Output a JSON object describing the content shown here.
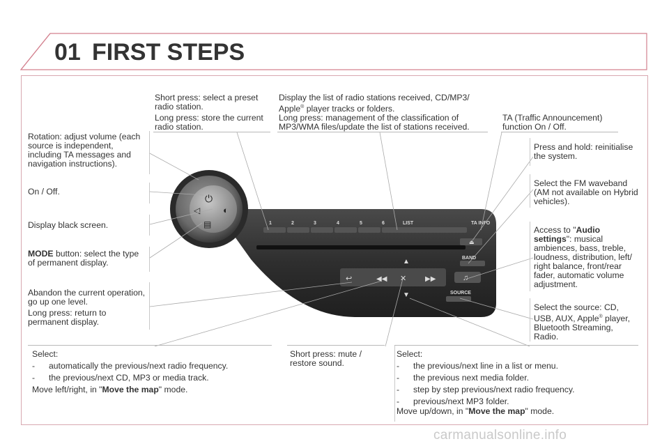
{
  "header": {
    "chapter_number": "01",
    "chapter_title": "FIRST STEPS"
  },
  "footer": {
    "url": "carmanualsonline.info"
  },
  "callouts": {
    "rotation": "Rotation: adjust volume (each source is independent, including TA messages and navigation instructions).",
    "on_off": "On / Off.",
    "black_screen": "Display black screen.",
    "mode_label": "MODE",
    "mode_text": " button: select the type of permanent display.",
    "abandon": "Abandon the current operation, go up one level.",
    "abandon_long": "Long press: return to permanent display.",
    "preset_short": "Short press: select a preset radio station.",
    "preset_long": "Long press: store the current radio station.",
    "list_display_1": "Display the list of radio stations received, CD/MP3/",
    "list_display_2a": "Apple",
    "list_display_reg": "®",
    "list_display_2b": " player tracks or folders.",
    "list_long": "Long press: management of the classification of MP3/WMA files/update the list of stations received.",
    "ta": "TA (Traffic Announcement) function On / Off.",
    "press_hold": "Press and hold: reinitialise the system.",
    "fm": "Select the FM waveband (AM not available on Hybrid vehicles).",
    "audio_1": "Access to \"",
    "audio_bold": "Audio settings",
    "audio_2": "\": musical ambiences, bass, treble, loudness, distribution, left/ right balance, front/rear fader, automatic volume adjustment.",
    "source_1": "Select the source: CD, USB, AUX, Apple",
    "source_reg": "®",
    "source_2": " player, Bluetooth Streaming, Radio.",
    "mute": "Short press: mute / restore sound.",
    "select_left_title": "Select:",
    "select_left_items": [
      "automatically the previous/next radio frequency.",
      "the previous/next CD, MP3 or media track."
    ],
    "select_left_tail_1": "Move left/right, in \"",
    "select_left_tail_bold": "Move the map",
    "select_left_tail_2": "\" mode.",
    "select_right_title": "Select:",
    "select_right_items": [
      "the previous/next line in a list or menu.",
      "the previous next media folder.",
      "step by step previous/next radio frequency.",
      "previous/next MP3 folder."
    ],
    "select_right_tail_1": "Move up/down, in \"",
    "select_right_tail_bold": "Move the map",
    "select_right_tail_2": "\" mode."
  },
  "panel": {
    "preset_labels": [
      "1",
      "2",
      "3",
      "4",
      "5",
      "6"
    ],
    "list_label": "LIST",
    "ta_info_label": "TA INFO",
    "band_label": "BAND",
    "source_label": "SOURCE"
  },
  "colors": {
    "accent": "#d3808e",
    "panel_dark": "#3a3a3a",
    "panel_light": "#8a8a8a"
  }
}
